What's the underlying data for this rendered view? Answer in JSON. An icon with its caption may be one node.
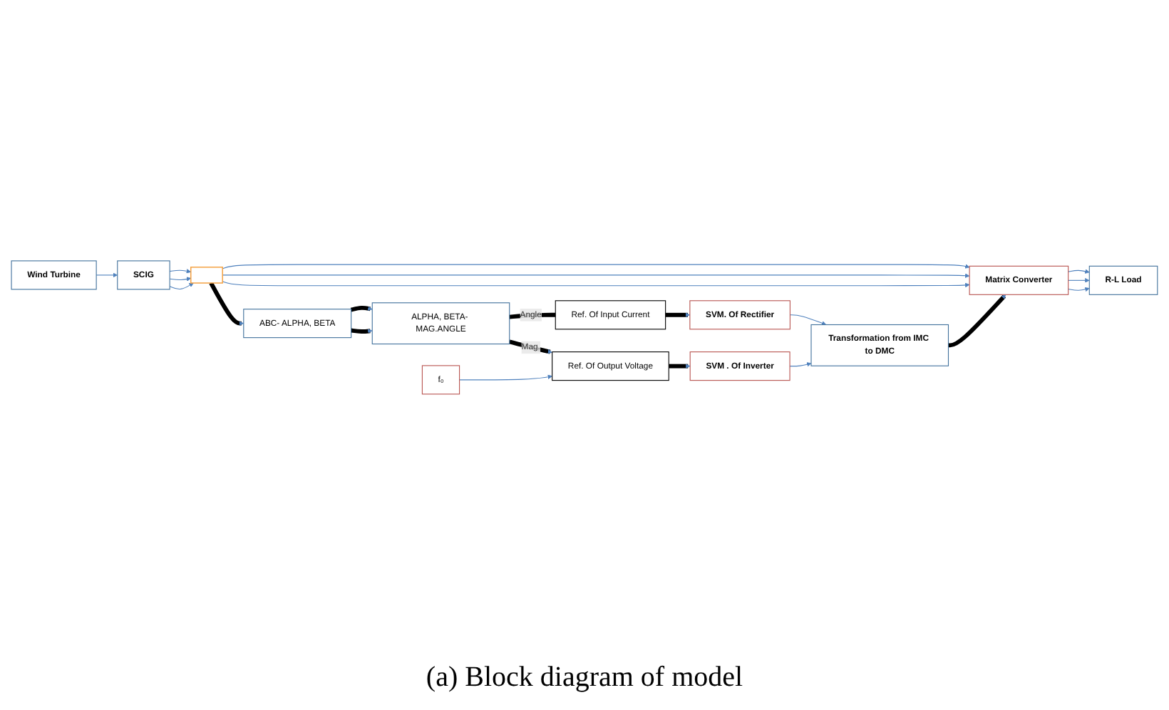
{
  "diagram": {
    "caption": "(a) Block diagram of model",
    "nodes": [
      {
        "text": [
          "Wind Turbine"
        ]
      },
      {
        "text": [
          "SCIG"
        ]
      },
      {
        "text": [],
        "shape": "bar"
      },
      {
        "text": [
          "Matrix Converter"
        ]
      },
      {
        "text": [
          "R-L Load"
        ]
      },
      {
        "text": [
          "ABC- ALPHA, BETA"
        ]
      },
      {
        "text": [
          "ALPHA, BETA- MAG.ANGLE"
        ]
      },
      {
        "text": [
          "Ref. Of Input Current"
        ]
      },
      {
        "text": [
          "SVM. Of Rectifier"
        ]
      },
      {
        "text": [
          "fₒ"
        ]
      },
      {
        "text": [
          "Ref. Of Output Voltage"
        ]
      },
      {
        "text": [
          "SVM . Of Inverter"
        ]
      },
      {
        "text": [
          "Transformation from IMC to DMC"
        ]
      }
    ],
    "edges": [
      {
        "from": 0,
        "to": 1,
        "arrow": "to"
      },
      {
        "from": 1,
        "to": 2,
        "arrow": "to"
      },
      {
        "from": 1,
        "to": 2,
        "arrow": "to"
      },
      {
        "from": 1,
        "to": 2,
        "arrow": "to"
      },
      {
        "from": 2,
        "to": 3,
        "arrow": "to"
      },
      {
        "from": 2,
        "to": 3,
        "arrow": "to"
      },
      {
        "from": 2,
        "to": 3,
        "arrow": "to"
      },
      {
        "from": 3,
        "to": 4,
        "arrow": "to"
      },
      {
        "from": 3,
        "to": 4,
        "arrow": "to"
      },
      {
        "from": 3,
        "to": 4,
        "arrow": "to"
      },
      {
        "from": 2,
        "to": 5,
        "arrow": "to",
        "style": "thick",
        "color": "#000000"
      },
      {
        "from": 5,
        "to": 6,
        "arrow": "to",
        "style": "thick",
        "color": "#000000"
      },
      {
        "from": 5,
        "to": 6,
        "arrow": "to",
        "style": "thick",
        "color": "#000000"
      },
      {
        "from": 6,
        "to": 7,
        "arrow": "none",
        "label": "Angle",
        "style": "thick",
        "color": "#000000"
      },
      {
        "from": 6,
        "to": 10,
        "arrow": "to",
        "label": "Mag.",
        "style": "thick",
        "color": "#000000"
      },
      {
        "from": 7,
        "to": 8,
        "arrow": "to",
        "style": "thick",
        "color": "#000000"
      },
      {
        "from": 9,
        "to": 10,
        "arrow": "to"
      },
      {
        "from": 10,
        "to": 11,
        "arrow": "to",
        "style": "thick",
        "color": "#000000"
      },
      {
        "from": 8,
        "to": 12,
        "arrow": "to"
      },
      {
        "from": 11,
        "to": 12,
        "arrow": "to"
      },
      {
        "from": 12,
        "to": 3,
        "arrow": "to",
        "style": "thick",
        "color": "#000000"
      }
    ]
  }
}
